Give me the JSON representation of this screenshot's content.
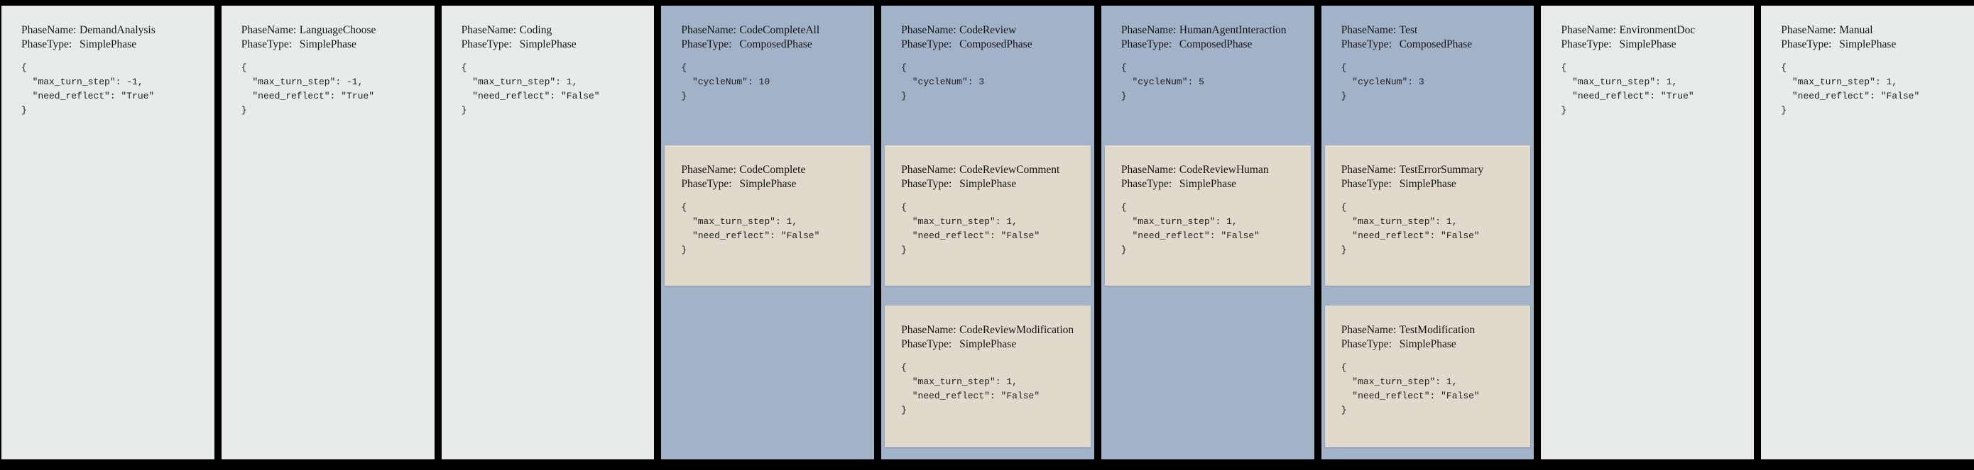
{
  "labels": {
    "phase_name": "PhaseName:",
    "phase_type": "PhaseType:"
  },
  "colors": {
    "canvas": "#000000",
    "simple_phase_bg": "#e8ebea",
    "composed_phase_bg": "#a2b2c8",
    "nested_simple_phase_bg": "#e0d9cc",
    "text": "#141414"
  },
  "phases": [
    {
      "name": "DemandAnalysis",
      "type": "SimplePhase",
      "config": "{\n  \"max_turn_step\": -1,\n  \"need_reflect\": \"True\"\n}"
    },
    {
      "name": "LanguageChoose",
      "type": "SimplePhase",
      "config": "{\n  \"max_turn_step\": -1,\n  \"need_reflect\": \"True\"\n}"
    },
    {
      "name": "Coding",
      "type": "SimplePhase",
      "config": "{\n  \"max_turn_step\": 1,\n  \"need_reflect\": \"False\"\n}"
    },
    {
      "name": "CodeCompleteAll",
      "type": "ComposedPhase",
      "config": "{\n  \"cycleNum\": 10\n}",
      "children": [
        {
          "name": "CodeComplete",
          "type": "SimplePhase",
          "config": "{\n  \"max_turn_step\": 1,\n  \"need_reflect\": \"False\"\n}"
        }
      ]
    },
    {
      "name": "CodeReview",
      "type": "ComposedPhase",
      "config": "{\n  \"cycleNum\": 3\n}",
      "children": [
        {
          "name": "CodeReviewComment",
          "type": "SimplePhase",
          "config": "{\n  \"max_turn_step\": 1,\n  \"need_reflect\": \"False\"\n}"
        },
        {
          "name": "CodeReviewModification",
          "type": "SimplePhase",
          "config": "{\n  \"max_turn_step\": 1,\n  \"need_reflect\": \"False\"\n}"
        }
      ]
    },
    {
      "name": "HumanAgentInteraction",
      "type": "ComposedPhase",
      "config": "{\n  \"cycleNum\": 5\n}",
      "children": [
        {
          "name": "CodeReviewHuman",
          "type": "SimplePhase",
          "config": "{\n  \"max_turn_step\": 1,\n  \"need_reflect\": \"False\"\n}"
        }
      ]
    },
    {
      "name": "Test",
      "type": "ComposedPhase",
      "config": "{\n  \"cycleNum\": 3\n}",
      "children": [
        {
          "name": "TestErrorSummary",
          "type": "SimplePhase",
          "config": "{\n  \"max_turn_step\": 1,\n  \"need_reflect\": \"False\"\n}"
        },
        {
          "name": "TestModification",
          "type": "SimplePhase",
          "config": "{\n  \"max_turn_step\": 1,\n  \"need_reflect\": \"False\"\n}"
        }
      ]
    },
    {
      "name": "EnvironmentDoc",
      "type": "SimplePhase",
      "config": "{\n  \"max_turn_step\": 1,\n  \"need_reflect\": \"True\"\n}"
    },
    {
      "name": "Manual",
      "type": "SimplePhase",
      "config": "{\n  \"max_turn_step\": 1,\n  \"need_reflect\": \"False\"\n}"
    }
  ]
}
